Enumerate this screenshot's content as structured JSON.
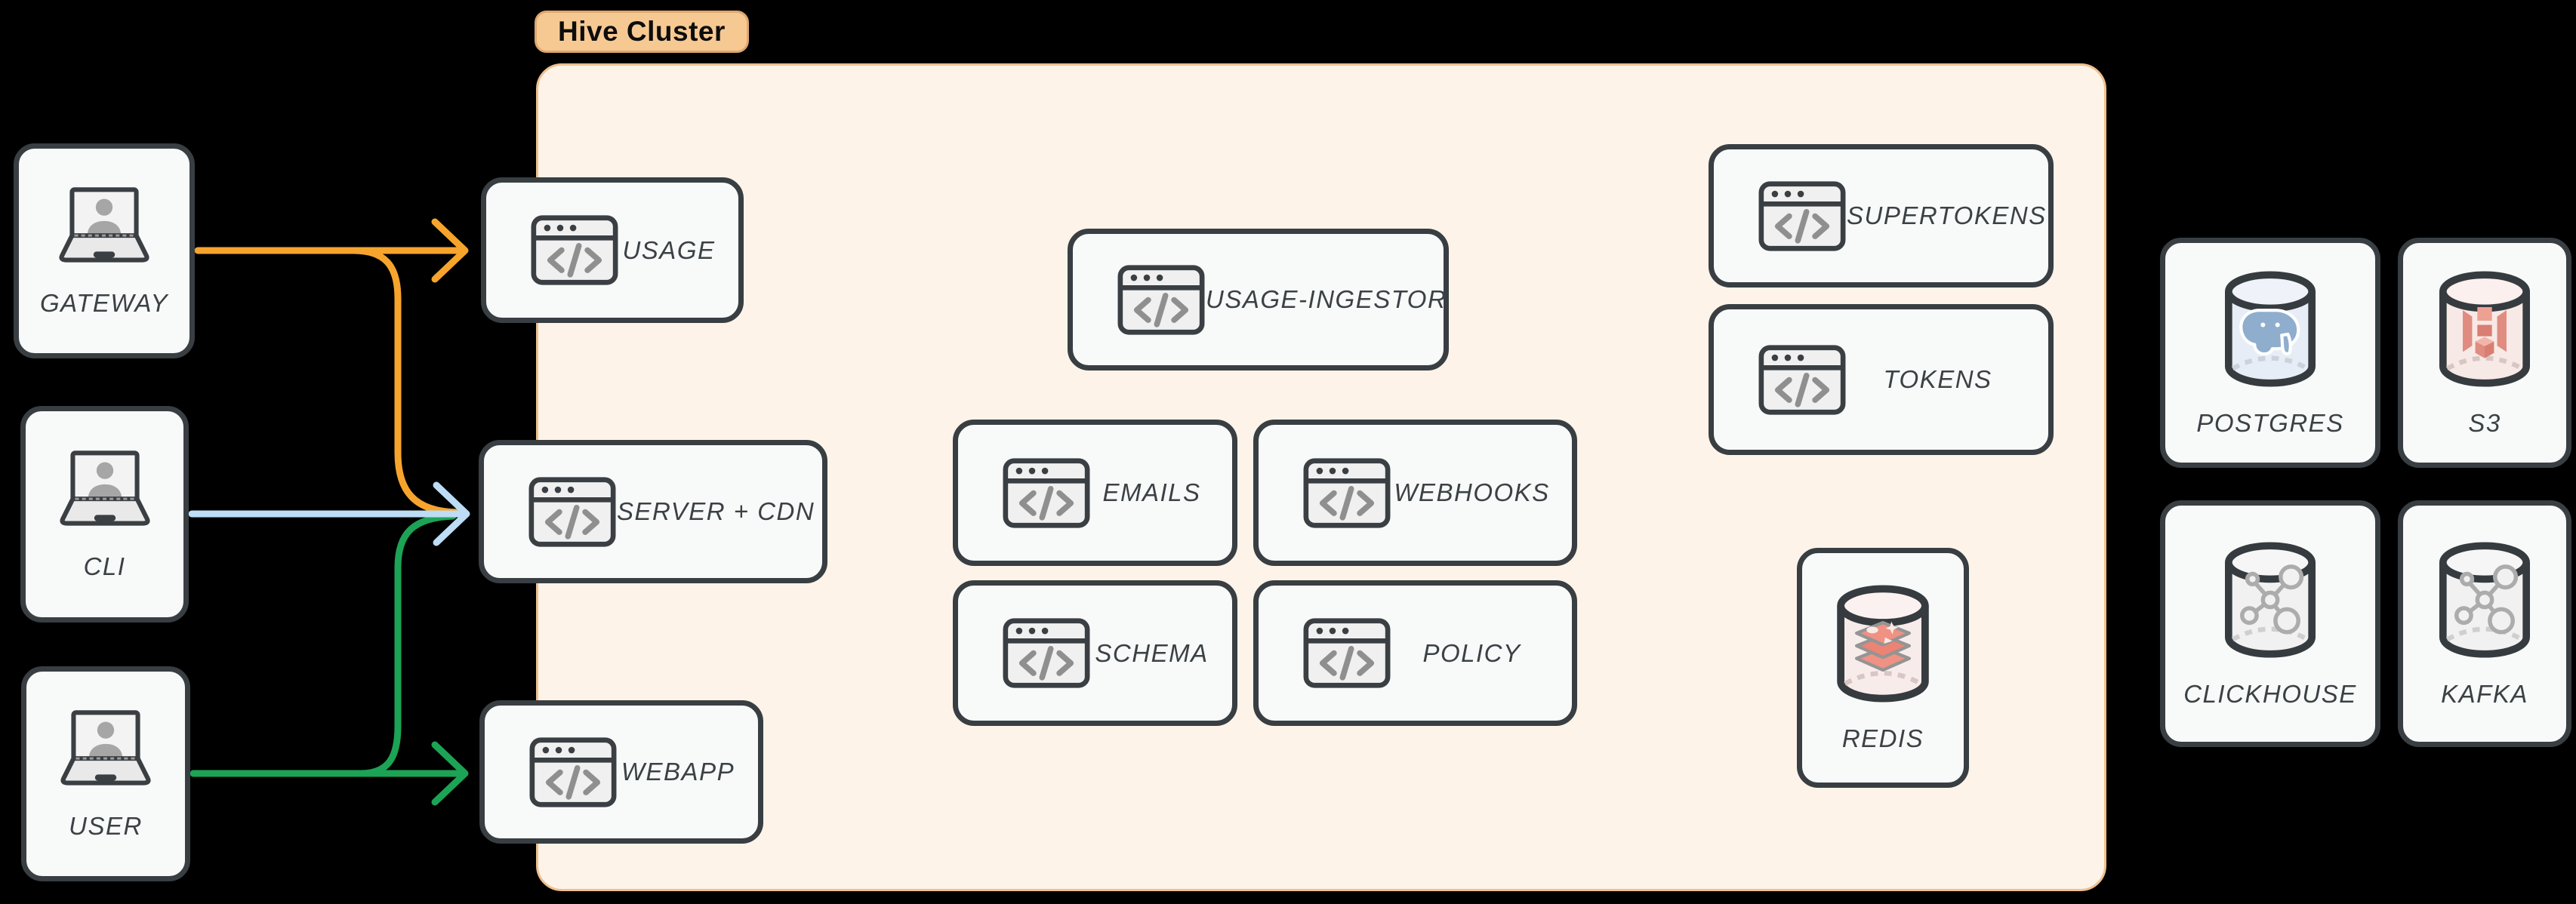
{
  "cluster": {
    "label": "Hive Cluster"
  },
  "clients": [
    {
      "label": "GATEWAY"
    },
    {
      "label": "CLI"
    },
    {
      "label": "USER"
    }
  ],
  "edge_services": [
    {
      "label": "USAGE"
    },
    {
      "label": "SERVER + CDN"
    },
    {
      "label": "WEBAPP"
    }
  ],
  "internal_services": [
    {
      "label": "USAGE-INGESTOR"
    },
    {
      "label": "EMAILS"
    },
    {
      "label": "WEBHOOKS"
    },
    {
      "label": "SCHEMA"
    },
    {
      "label": "POLICY"
    },
    {
      "label": "SUPERTOKENS"
    },
    {
      "label": "TOKENS"
    }
  ],
  "cache": {
    "label": "REDIS"
  },
  "databases": [
    {
      "label": "POSTGRES"
    },
    {
      "label": "S3"
    },
    {
      "label": "CLICKHOUSE"
    },
    {
      "label": "KAFKA"
    }
  ],
  "connections": [
    {
      "from": "GATEWAY",
      "to": "USAGE",
      "color": "#F7A42C"
    },
    {
      "from": "GATEWAY",
      "to": "SERVER + CDN",
      "color": "#F7A42C"
    },
    {
      "from": "CLI",
      "to": "SERVER + CDN",
      "color": "#BDDCF5"
    },
    {
      "from": "USER",
      "to": "WEBAPP",
      "color": "#1CA355"
    },
    {
      "from": "USER",
      "to": "SERVER + CDN",
      "color": "#1CA355"
    }
  ],
  "colors": {
    "arrow_orange": "#F7A42C",
    "arrow_blue": "#BDDCF5",
    "arrow_green": "#1CA355",
    "cluster_bg": "#FDF3E9",
    "cluster_border": "#F0C08D",
    "pill_bg": "#F7C992",
    "node_bg": "#F8FAF9",
    "node_border": "#383E42",
    "label_text": "#3B4145"
  }
}
